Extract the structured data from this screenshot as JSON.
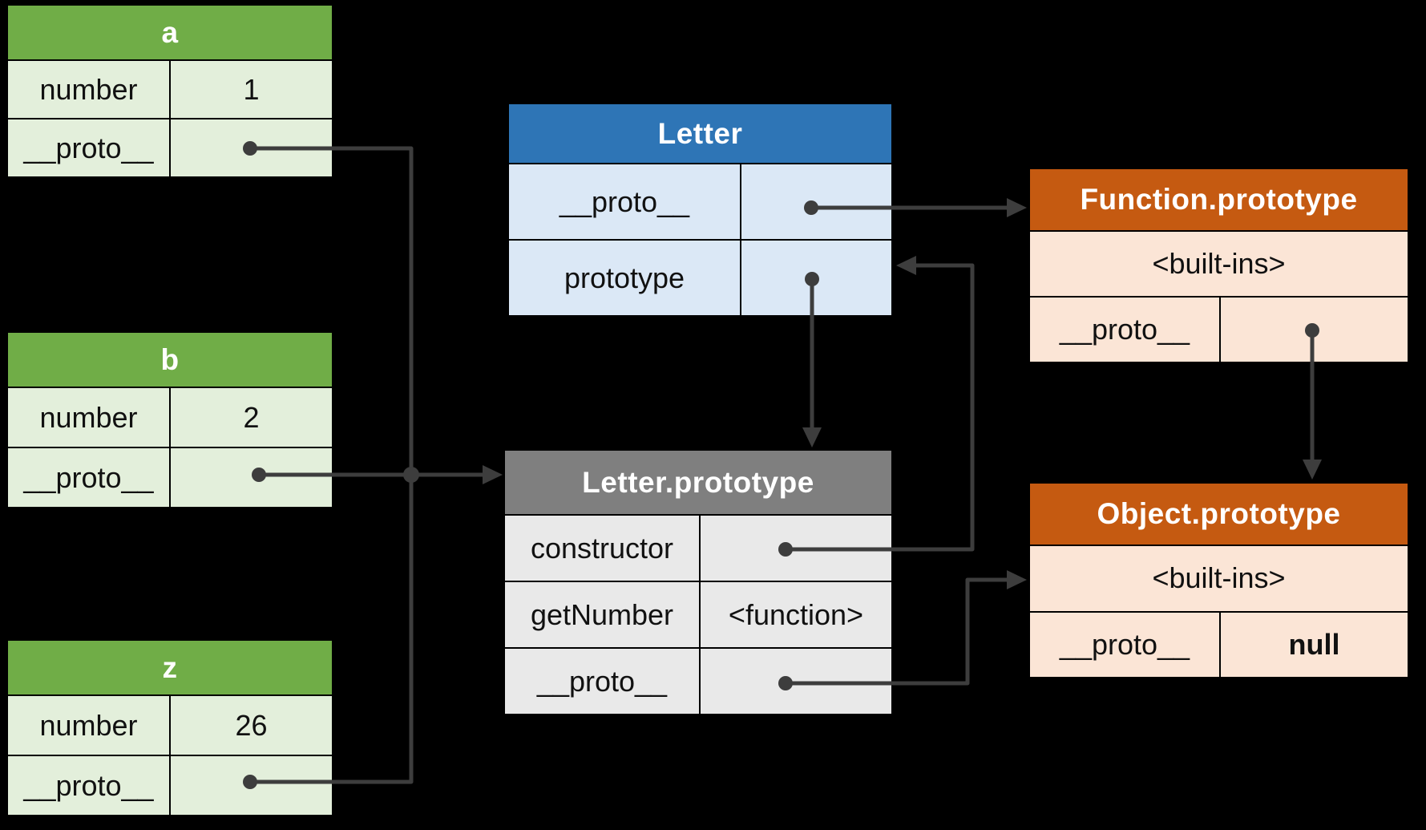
{
  "diagram": {
    "topic": "JavaScript prototype chain"
  },
  "colors": {
    "background": "#000000",
    "arrow": "#3d3d3d",
    "green_header": "#70ad47",
    "green_body": "#e3efdb",
    "blue_header": "#2e75b6",
    "blue_body": "#dbe8f6",
    "gray_header": "#7f7f7f",
    "gray_body": "#e9e9e9",
    "orange_header": "#c55a11",
    "orange_body": "#fbe5d6"
  },
  "tables": {
    "a": {
      "title": "a",
      "rows": [
        {
          "key": "number",
          "value": "1"
        },
        {
          "key": "__proto__"
        }
      ]
    },
    "b": {
      "title": "b",
      "rows": [
        {
          "key": "number",
          "value": "2"
        },
        {
          "key": "__proto__"
        }
      ]
    },
    "z": {
      "title": "z",
      "rows": [
        {
          "key": "number",
          "value": "26"
        },
        {
          "key": "__proto__"
        }
      ]
    },
    "letter": {
      "title": "Letter",
      "rows": [
        {
          "key": "__proto__"
        },
        {
          "key": "prototype"
        }
      ]
    },
    "letter_prototype": {
      "title": "Letter.prototype",
      "rows": [
        {
          "key": "constructor"
        },
        {
          "key": "getNumber",
          "value": "<function>"
        },
        {
          "key": "__proto__"
        }
      ]
    },
    "function_prototype": {
      "title": "Function.prototype",
      "rows": [
        {
          "span": "<built-ins>"
        },
        {
          "key": "__proto__"
        }
      ]
    },
    "object_prototype": {
      "title": "Object.prototype",
      "rows": [
        {
          "span": "<built-ins>"
        },
        {
          "key": "__proto__",
          "value": "null"
        }
      ]
    }
  },
  "arrows": [
    {
      "from": "a.__proto__",
      "to": "Letter.prototype"
    },
    {
      "from": "b.__proto__",
      "to": "Letter.prototype"
    },
    {
      "from": "z.__proto__",
      "to": "Letter.prototype"
    },
    {
      "from": "Letter.__proto__",
      "to": "Function.prototype"
    },
    {
      "from": "Letter.prototype (property)",
      "to": "Letter.prototype (object)"
    },
    {
      "from": "Letter.prototype.constructor",
      "to": "Letter"
    },
    {
      "from": "Letter.prototype.__proto__",
      "to": "Object.prototype"
    },
    {
      "from": "Function.prototype.__proto__",
      "to": "Object.prototype"
    }
  ]
}
